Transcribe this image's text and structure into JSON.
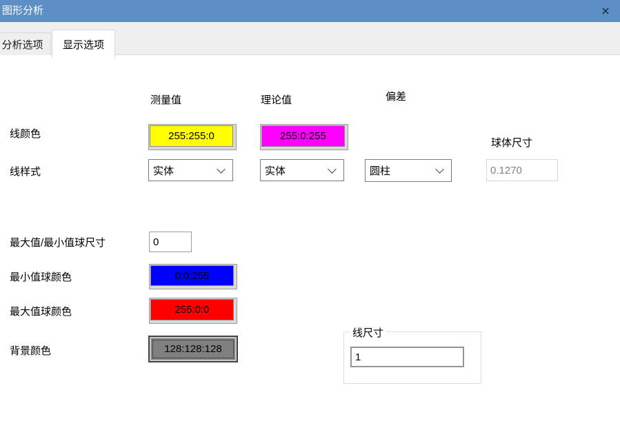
{
  "titlebar": {
    "title": "图形分析",
    "close_glyph": "×"
  },
  "colors": {
    "titlebar": "#5d8ec6",
    "measured_line": "#ffff00",
    "nominal_line": "#ff00ff",
    "min_sphere": "#0000ff",
    "max_sphere": "#ff0000",
    "background": "#808080"
  },
  "tabs": {
    "analysis": "分析选项",
    "display": "显示选项"
  },
  "headers": {
    "measured": "测量值",
    "nominal": "理论值",
    "deviation": "偏差",
    "sphere_size": "球体尺寸"
  },
  "labels": {
    "line_color": "线颜色",
    "line_style": "线样式",
    "minmax_sphere_size": "最大值/最小值球尺寸",
    "min_sphere_color": "最小值球颜色",
    "max_sphere_color": "最大值球颜色",
    "background_color": "背景颜色",
    "line_size_group": "线尺寸"
  },
  "controls": {
    "measured_line_color": {
      "label": "255:255:0"
    },
    "nominal_line_color": {
      "label": "255:0:255"
    },
    "measured_line_style": {
      "value": "实体"
    },
    "nominal_line_style": {
      "value": "实体"
    },
    "deviation_style": {
      "value": "圆柱"
    },
    "sphere_size": {
      "value": "0.1270"
    },
    "minmax_sphere_size": {
      "value": "0"
    },
    "min_sphere_color": {
      "label": "0:0:255"
    },
    "max_sphere_color": {
      "label": "255:0:0"
    },
    "background_color": {
      "label": "128:128:128"
    },
    "line_size": {
      "value": "1"
    }
  }
}
